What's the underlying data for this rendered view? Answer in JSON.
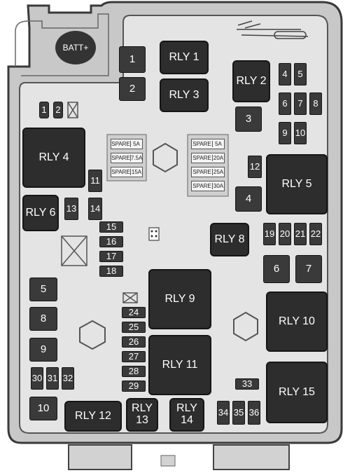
{
  "batt_label": "BATT+",
  "relays": [
    "RLY 1",
    "RLY 2",
    "RLY 3",
    "RLY 4",
    "RLY 5",
    "RLY 6",
    "RLY 8",
    "RLY 9",
    "RLY 10",
    "RLY 11",
    "RLY 12",
    "RLY 13",
    "RLY 14",
    "RLY 15"
  ],
  "fuses": [
    "1",
    "2",
    "1",
    "2",
    "3",
    "4",
    "5",
    "6",
    "7",
    "8",
    "9",
    "10",
    "11",
    "12",
    "13",
    "14",
    "15",
    "16",
    "17",
    "18",
    "19",
    "20",
    "21",
    "22",
    "4",
    "5",
    "6",
    "7",
    "8",
    "9",
    "24",
    "25",
    "26",
    "27",
    "28",
    "29",
    "30",
    "31",
    "32",
    "33",
    "34",
    "35",
    "36",
    "10"
  ],
  "spare_left": [
    {
      "text": "SPARE",
      "amp": "5A"
    },
    {
      "text": "SPARE",
      "amp": "7.5A"
    },
    {
      "text": "SPARE",
      "amp": "15A"
    }
  ],
  "spare_right": [
    {
      "text": "SPARE",
      "amp": "5A"
    },
    {
      "text": "SPARE",
      "amp": "20A"
    },
    {
      "text": "SPARE",
      "amp": "25A"
    },
    {
      "text": "SPARE",
      "amp": "30A"
    }
  ],
  "colors": {
    "housing": "#c4c4c4",
    "housing_inner": "#e3e3e3",
    "component": "#2d2d2d",
    "outline": "#4a4a4a"
  }
}
